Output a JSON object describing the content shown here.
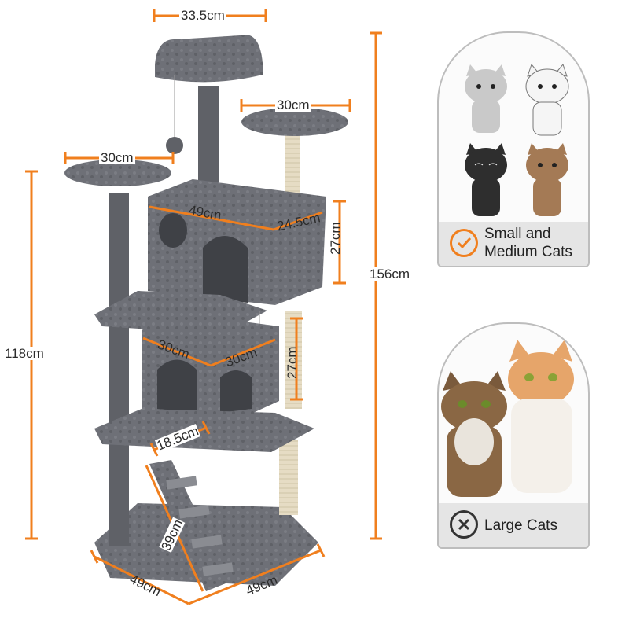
{
  "dimensions": {
    "top_platform_width": "33.5cm",
    "right_platform_width": "30cm",
    "left_platform_width": "30cm",
    "upper_condo_width": "49cm",
    "upper_condo_depth": "24.5cm",
    "upper_condo_height": "27cm",
    "total_height": "156cm",
    "left_height": "118cm",
    "lower_condo_width": "30cm",
    "lower_condo_depth": "30cm",
    "lower_condo_height": "27cm",
    "step_width": "18.5cm",
    "ladder_length": "39cm",
    "base_width": "49cm",
    "base_depth": "49cm"
  },
  "suitability": {
    "good": {
      "label_line1": "Small and",
      "label_line2": "Medium Cats",
      "icon": "check-circle-icon"
    },
    "bad": {
      "label": "Large Cats",
      "icon": "x-circle-icon"
    }
  },
  "colors": {
    "accent": "#f07f1e",
    "plush": "#6e7077",
    "plush_dark": "#4d4f55",
    "sisal": "#e6dcc4",
    "card_bar": "#e5e5e5"
  }
}
